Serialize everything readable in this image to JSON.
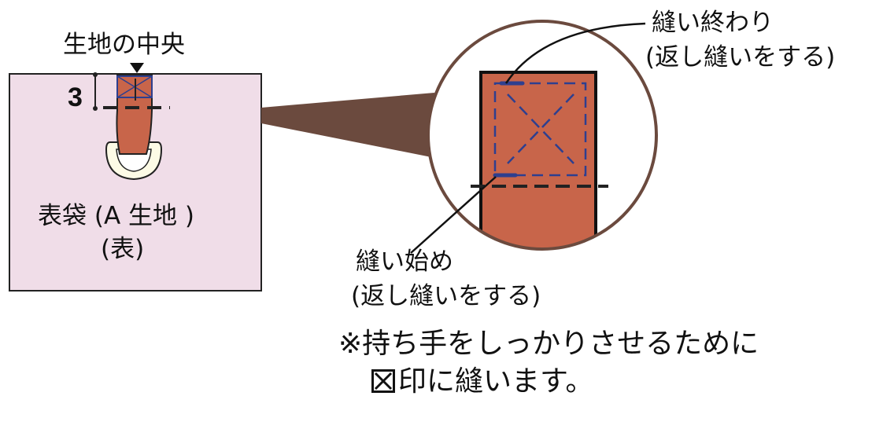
{
  "labels": {
    "center_of_fabric": "生地の中央",
    "dimension": "3",
    "outer_bag": "表袋 (A 生地 )",
    "outer_side": "(表)",
    "sew_end": "縫い終わり",
    "sew_end_note": "(返し縫いをする)",
    "sew_start": "縫い始め",
    "sew_start_note": "(返し縫いをする)"
  },
  "note": {
    "line1": "※持ち手をしっかりさせるために",
    "line2": "印に縫います。"
  },
  "colors": {
    "fabric": "#f0dde8",
    "strap": "#c8654a",
    "stitch": "#2e3f8f",
    "ring": "#fdfbe6",
    "wedge": "#6b4a3e"
  }
}
